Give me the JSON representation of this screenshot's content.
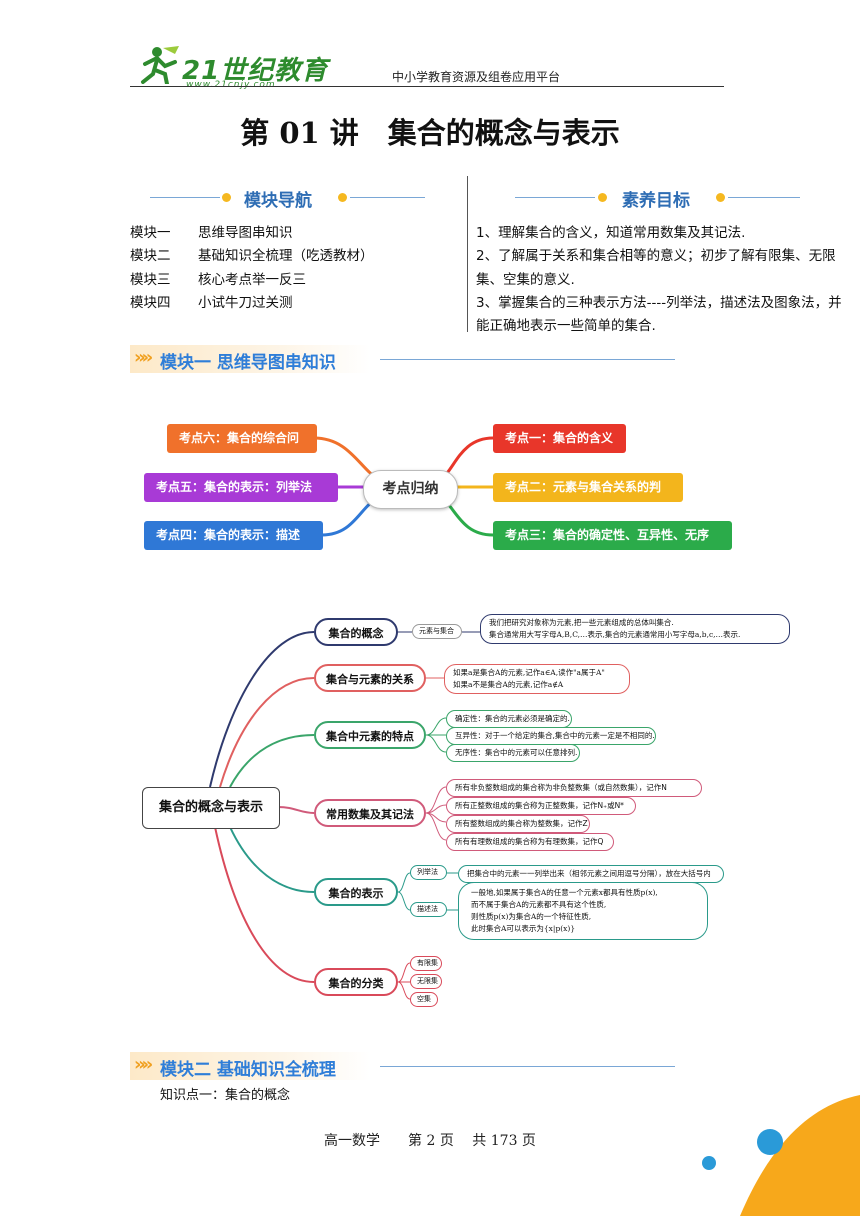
{
  "header": {
    "logo_text": "21世纪教育",
    "logo_url": "www.21cnjy.com",
    "platform": "中小学教育资源及组卷应用平台"
  },
  "title": "第 01 讲　集合的概念与表示",
  "nav": {
    "heading": "模块导航",
    "items": [
      {
        "module": "模块一",
        "name": "思维导图串知识"
      },
      {
        "module": "模块二",
        "name": "基础知识全梳理（吃透教材）"
      },
      {
        "module": "模块三",
        "name": "核心考点举一反三"
      },
      {
        "module": "模块四",
        "name": "小试牛刀过关测"
      }
    ]
  },
  "goals": {
    "heading": "素养目标",
    "items": [
      "1、理解集合的含义，知道常用数集及其记法.",
      "2、了解属于关系和集合相等的意义；初步了解有限集、无限集、空集的意义.",
      "3、掌握集合的三种表示方法----列举法，描述法及图象法，并能正确地表示一些简单的集合."
    ]
  },
  "section1": "模块一 思维导图串知识",
  "mindmap1": {
    "center": "考点归纳",
    "nodes": [
      {
        "label": "考点六：集合的综合问题",
        "color": "#f0712b"
      },
      {
        "label": "考点五：集合的表示：列举法",
        "color": "#a83ad6"
      },
      {
        "label": "考点四：集合的表示：描述法",
        "color": "#2f78d6"
      },
      {
        "label": "考点一：集合的含义",
        "color": "#e8362a"
      },
      {
        "label": "考点二：元素与集合关系的判断",
        "color": "#f3b51c"
      },
      {
        "label": "考点三：集合的确定性、互异性、无序性",
        "color": "#2bab4a"
      }
    ]
  },
  "mindmap2": {
    "root": "集合的概念与表示",
    "branches": [
      {
        "label": "集合的概念",
        "color": "#2f3a6e"
      },
      {
        "label": "集合与元素的关系",
        "color": "#e06060"
      },
      {
        "label": "集合中元素的特点",
        "color": "#3aa56a"
      },
      {
        "label": "常用数集及其记法",
        "color": "#d05a7a"
      },
      {
        "label": "集合的表示",
        "color": "#2a9a8a"
      },
      {
        "label": "集合的分类",
        "color": "#d94a5a"
      }
    ],
    "tags": {
      "concept": "元素与集合",
      "enum": "列举法",
      "describe": "描述法",
      "finite": "有限集",
      "infinite": "无限集",
      "empty": "空集"
    },
    "leaves": {
      "concept": [
        "我们把研究对象称为元素,把一些元素组成的总体叫集合.",
        "集合通常用大写字母A,B,C,…表示,集合的元素通常用小写字母a,b,c,…表示."
      ],
      "relation": [
        "如果a是集合A的元素,记作a∈A,读作\"a属于A\"",
        "如果a不是集合A的元素,记作a∉A"
      ],
      "features": [
        "确定性：集合的元素必须是确定的.",
        "互异性：对于一个给定的集合,集合中的元素一定是不相同的.",
        "无序性：集合中的元素可以任意排列."
      ],
      "numsets": [
        "所有非负整数组成的集合称为非负整数集（或自然数集），记作N",
        "所有正整数组成的集合称为正整数集，记作N₊或N*",
        "所有整数组成的集合称为整数集，记作Z",
        "所有有理数组成的集合称为有理数集，记作Q"
      ],
      "enum": "把集合中的元素一一列举出来（相邻元素之间用逗号分隔），放在大括号内",
      "describe": [
        "一般地,如果属于集合A的任意一个元素x都具有性质p(x),",
        "而不属于集合A的元素都不具有这个性质,",
        "则性质p(x)为集合A的一个特征性质,",
        "此时集合A可以表示为{x|p(x)}"
      ]
    }
  },
  "section2": "模块二 基础知识全梳理",
  "knowledge_point": "知识点一：集合的概念",
  "footer": "高一数学　　第 2 页　 共 173 页"
}
